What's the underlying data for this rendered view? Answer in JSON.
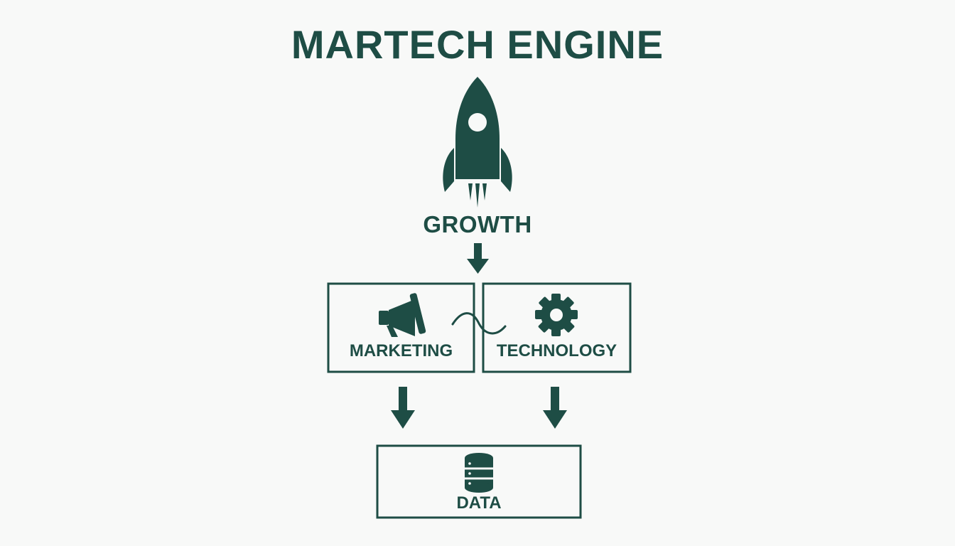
{
  "title": "MARTECH ENGINE",
  "colors": {
    "primary": "#1e4d45",
    "background": "#f8f9f8"
  },
  "nodes": {
    "growth": {
      "label": "GROWTH",
      "icon": "rocket-icon"
    },
    "marketing": {
      "label": "MARKETING",
      "icon": "megaphone-icon"
    },
    "technology": {
      "label": "TECHNOLOGY",
      "icon": "gear-icon"
    },
    "data": {
      "label": "DATA",
      "icon": "database-icon"
    }
  }
}
